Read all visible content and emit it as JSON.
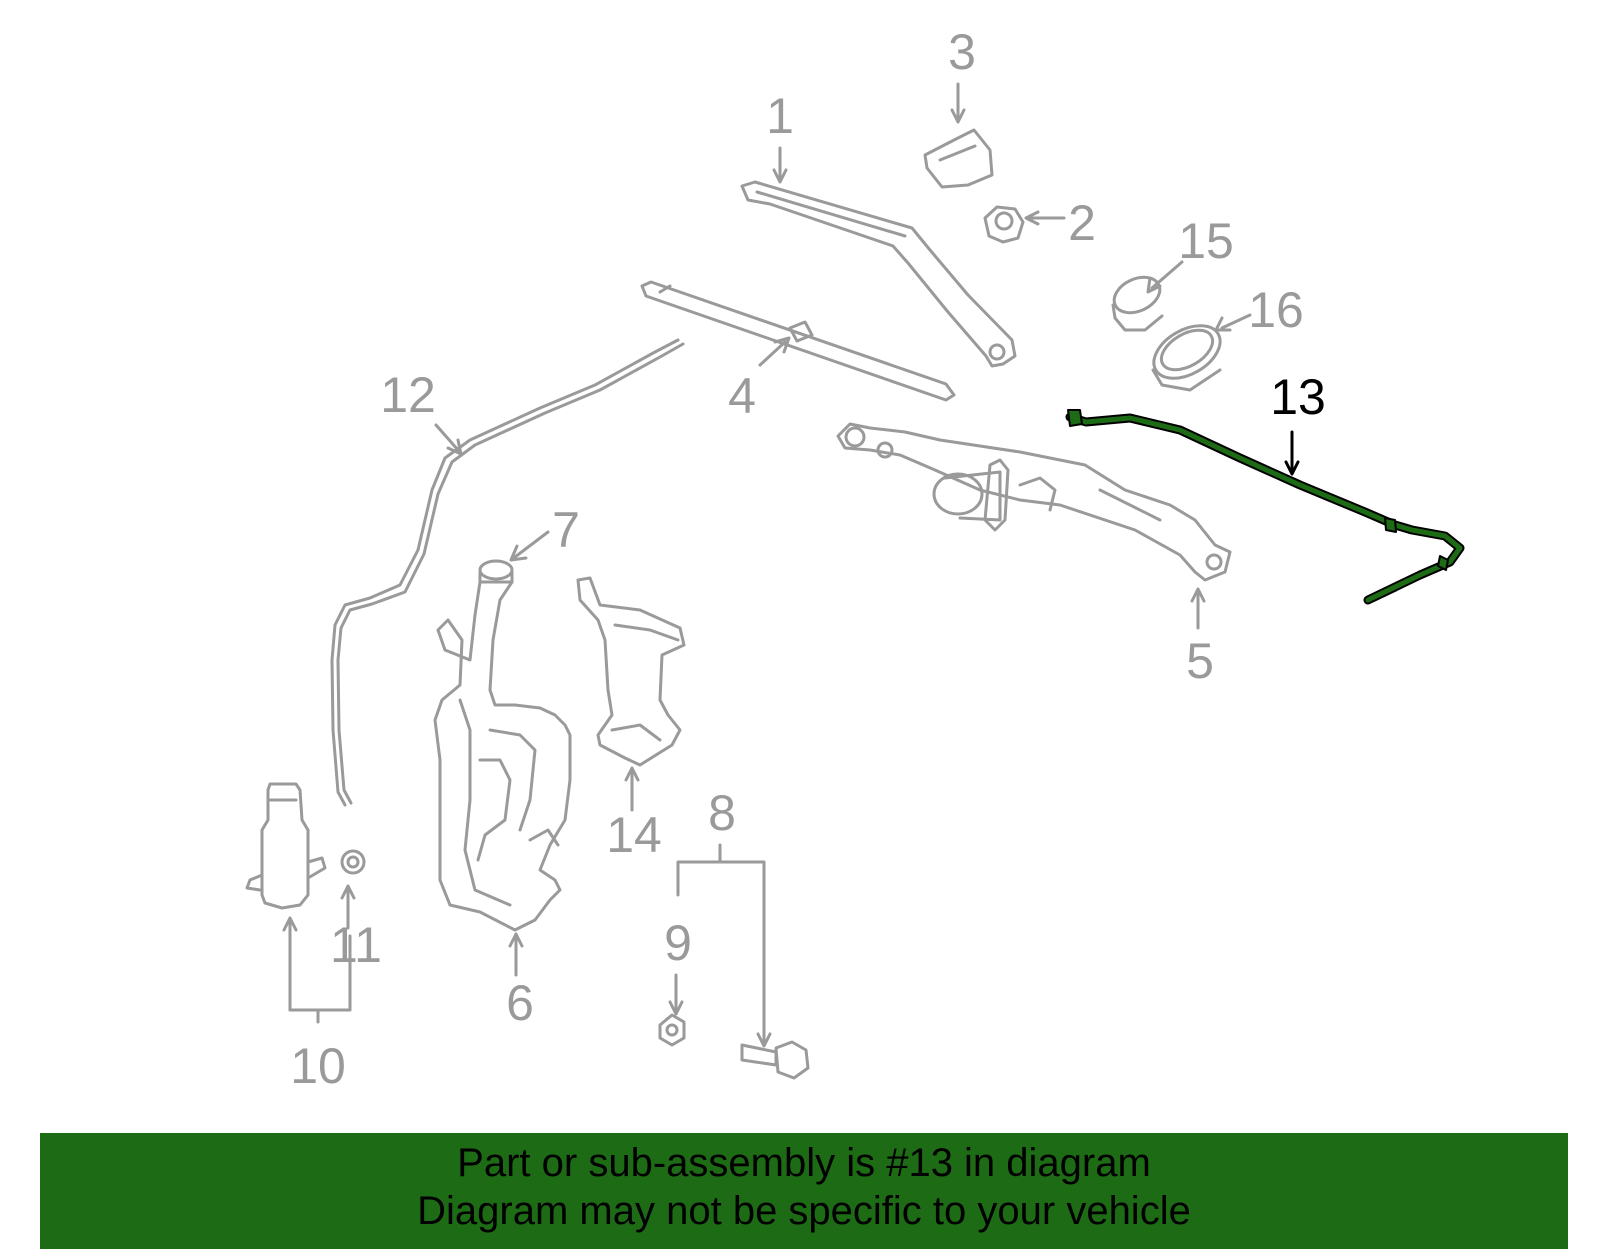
{
  "colors": {
    "part": "#9a9a9a",
    "highlight": "#1e6b16",
    "outline": "#000000",
    "banner": "#1e6b16"
  },
  "callouts": [
    {
      "id": "1",
      "label": "1"
    },
    {
      "id": "2",
      "label": "2"
    },
    {
      "id": "3",
      "label": "3"
    },
    {
      "id": "4",
      "label": "4"
    },
    {
      "id": "5",
      "label": "5"
    },
    {
      "id": "6",
      "label": "6"
    },
    {
      "id": "7",
      "label": "7"
    },
    {
      "id": "8",
      "label": "8"
    },
    {
      "id": "9",
      "label": "9"
    },
    {
      "id": "10",
      "label": "10"
    },
    {
      "id": "11",
      "label": "11"
    },
    {
      "id": "12",
      "label": "12"
    },
    {
      "id": "13",
      "label": "13"
    },
    {
      "id": "14",
      "label": "14"
    },
    {
      "id": "15",
      "label": "15"
    },
    {
      "id": "16",
      "label": "16"
    }
  ],
  "highlighted_part": "13",
  "banner": {
    "line1": "Part or sub-assembly is #13 in diagram",
    "line2": "Diagram may not be specific to your vehicle"
  }
}
